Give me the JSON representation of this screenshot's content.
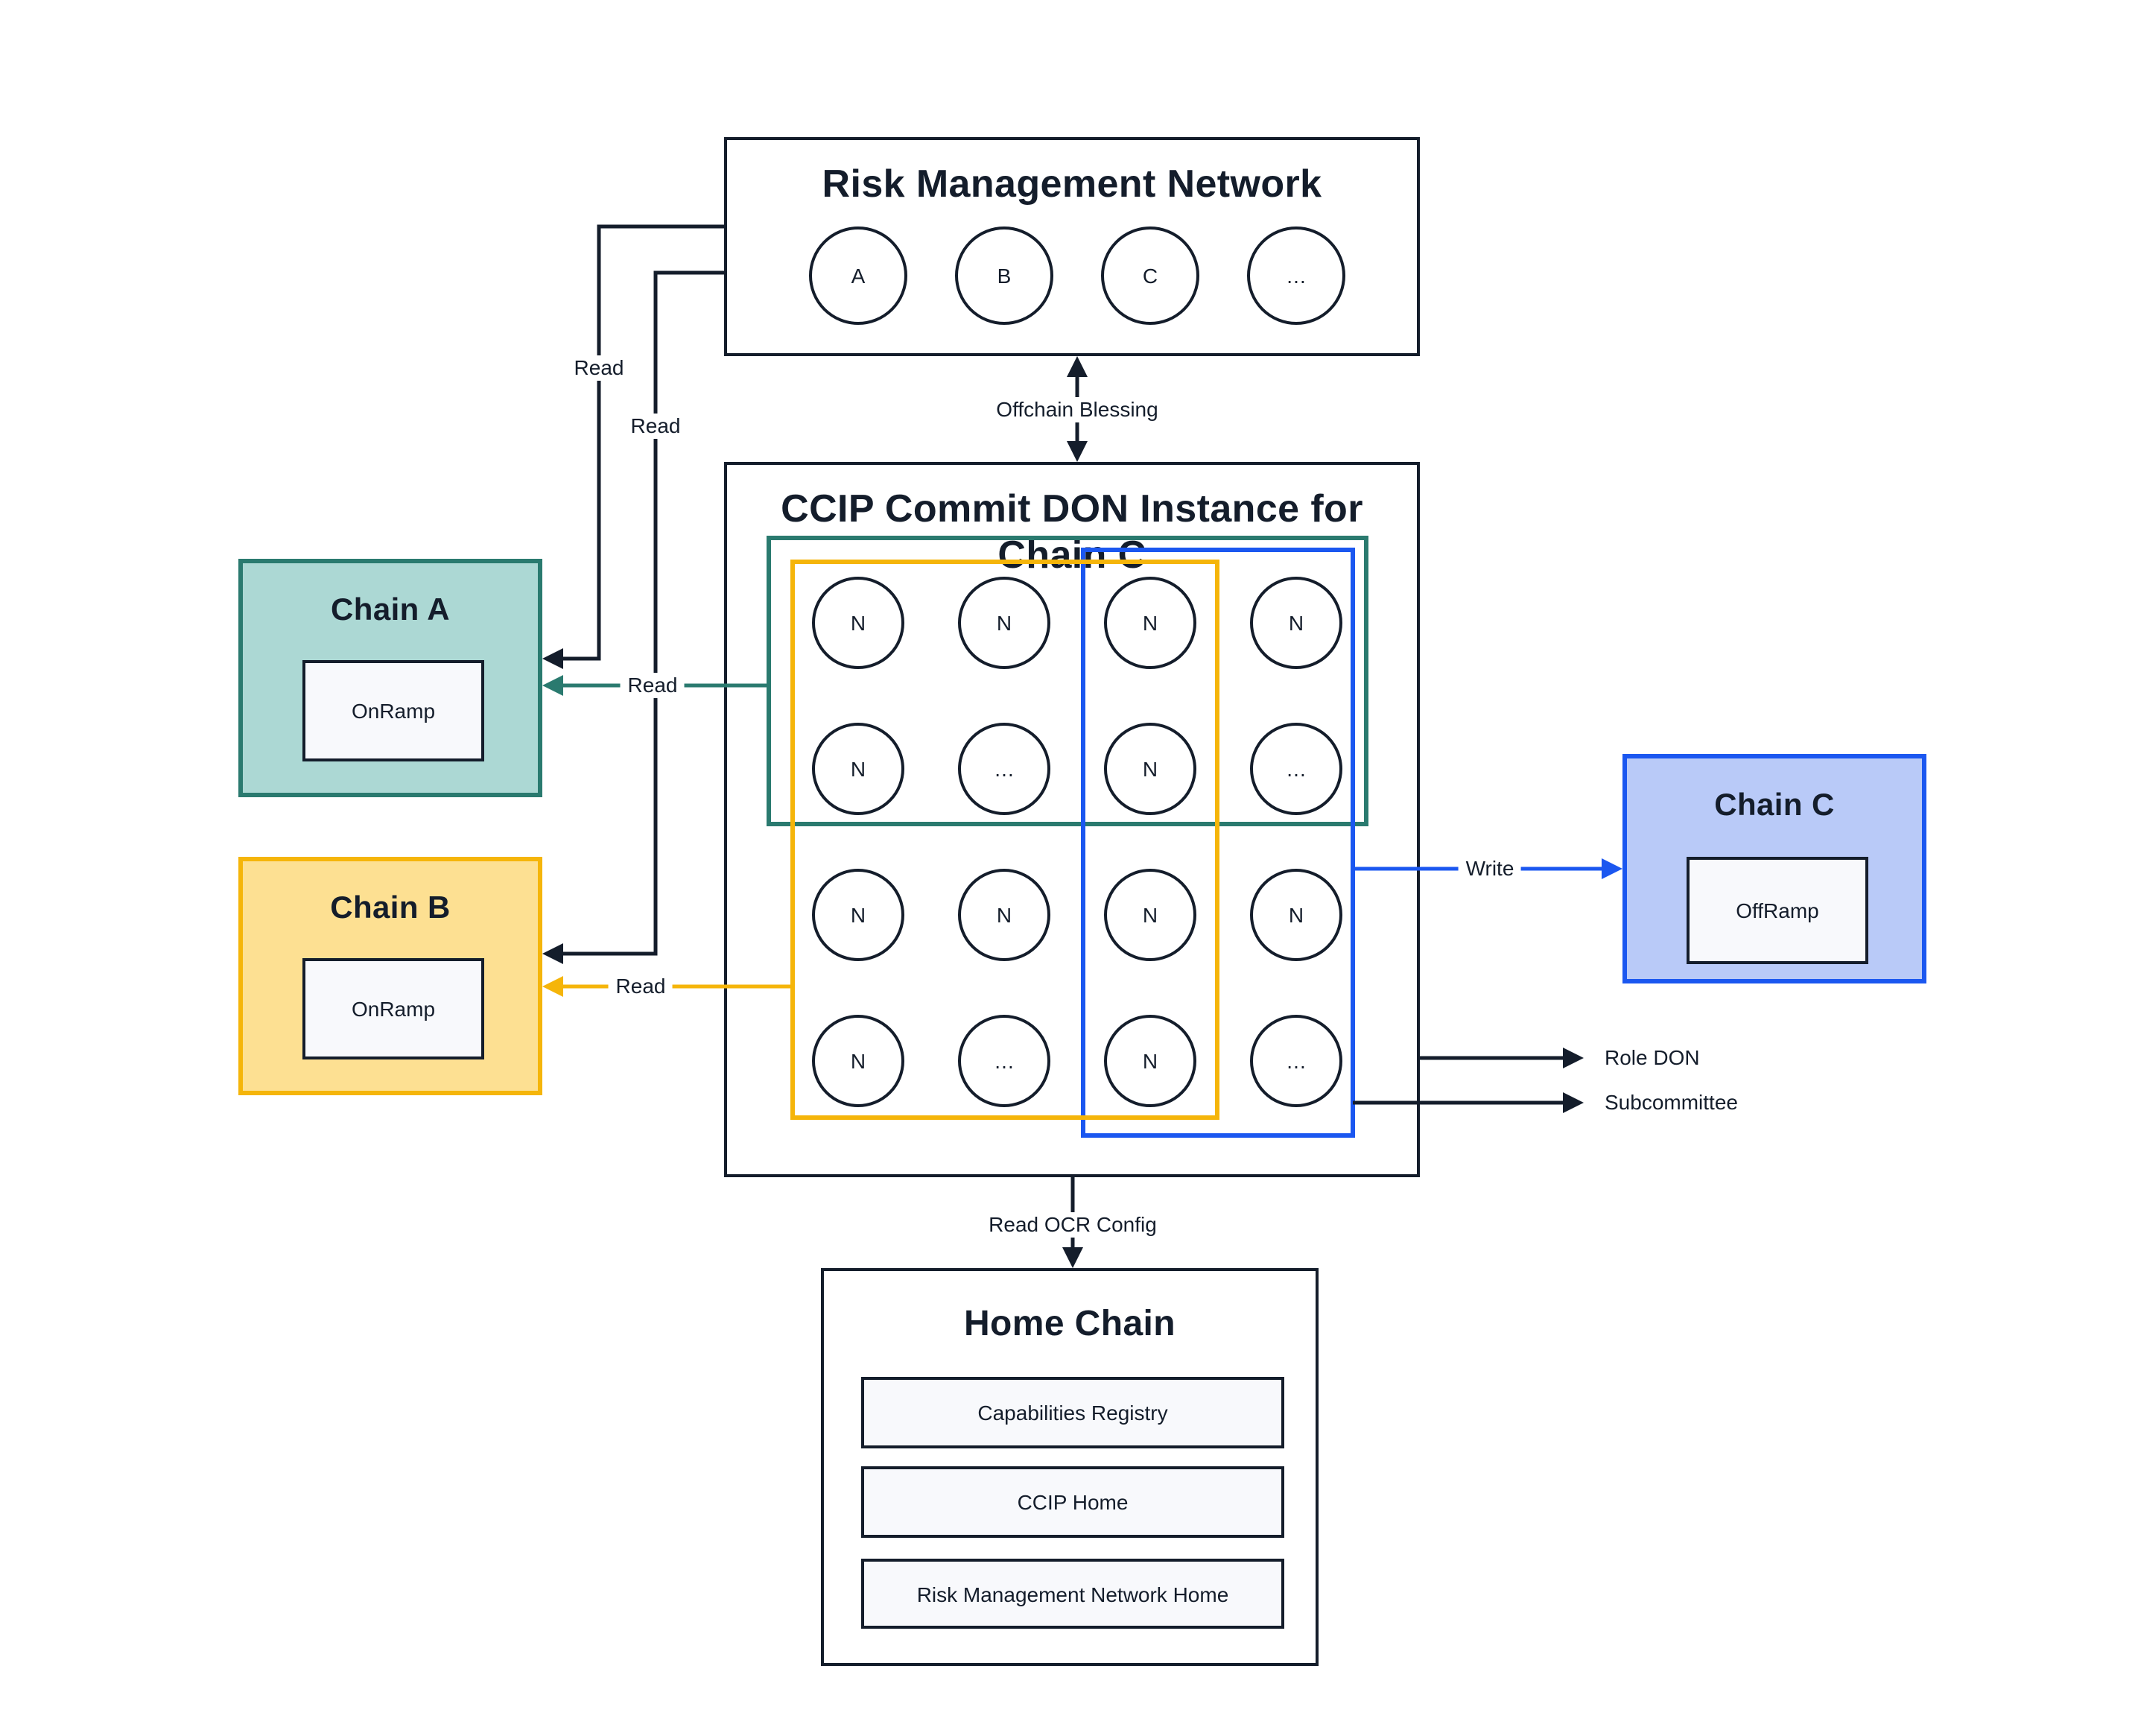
{
  "colors": {
    "ink": "#141D2B",
    "bg": "#FFFFFF",
    "teal": "#2A7A6F",
    "teal_fill": "#ACD8D4",
    "gold": "#F5B50A",
    "gold_fill": "#FDE092",
    "blue": "#1B57F0",
    "blue_fill": "#B9CAF8",
    "panel_fill": "#F8F9FC"
  },
  "rmn": {
    "title": "Risk Management Network",
    "nodes": [
      "A",
      "B",
      "C",
      "…"
    ]
  },
  "don": {
    "title": "CCIP Commit DON Instance for Chain C",
    "nodes": [
      "N",
      "N",
      "N",
      "N",
      "N",
      "…",
      "N",
      "…",
      "N",
      "N",
      "N",
      "N",
      "N",
      "…",
      "N",
      "…"
    ]
  },
  "chain_a": {
    "title": "Chain A",
    "contract": "OnRamp"
  },
  "chain_b": {
    "title": "Chain B",
    "contract": "OnRamp"
  },
  "chain_c": {
    "title": "Chain C",
    "contract": "OffRamp"
  },
  "home_chain": {
    "title": "Home Chain",
    "contracts": [
      "Capabilities Registry",
      "CCIP Home",
      "Risk Management Network Home"
    ]
  },
  "labels": {
    "offchain_blessing": "Offchain Blessing",
    "read_rmn_to_a": "Read",
    "read_rmn_to_b": "Read",
    "read_don_to_a": "Read",
    "read_don_to_b": "Read",
    "write": "Write",
    "role_don": "Role DON",
    "subcommittee": "Subcommittee",
    "read_ocr_config": "Read OCR Config"
  }
}
